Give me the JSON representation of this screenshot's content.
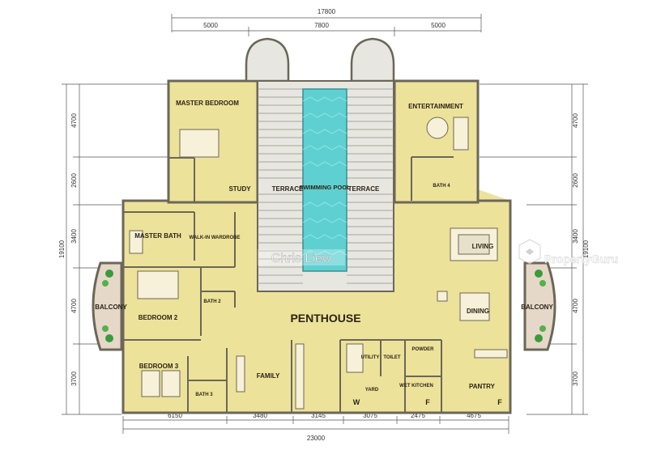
{
  "dimensions": {
    "top_total": "17800",
    "top_left": "5000",
    "top_mid": "7800",
    "top_right": "5000",
    "left_total": "19100",
    "right_total": "19100",
    "rows": [
      "4700",
      "2600",
      "3400",
      "4700",
      "3700"
    ],
    "bottom": [
      "6150",
      "3480",
      "3145",
      "3075",
      "2475",
      "4675"
    ],
    "bottom_total": "23000"
  },
  "rooms": {
    "master_bedroom": "MASTER BEDROOM",
    "study": "STUDY",
    "terrace_left": "TERRACE",
    "swimming_pool": "SWIMMING POOL",
    "terrace_right": "TERRACE",
    "entertainment": "ENTERTAINMENT",
    "bath4": "BATH 4",
    "master_bath": "MASTER BATH",
    "walkin": "WALK-IN WARDROBE",
    "living": "LIVING",
    "balcony_left": "BALCONY",
    "bedroom2": "BEDROOM 2",
    "bath2": "BATH 2",
    "penthouse": "PENTHOUSE",
    "dining": "DINING",
    "balcony_right": "BALCONY",
    "bedroom3": "BEDROOM 3",
    "bath3": "BATH 3",
    "family": "FAMILY",
    "utility": "UTILITY",
    "toilet": "TOILET",
    "powder": "POWDER",
    "yard": "YARD",
    "wet_kitchen": "WET KITCHEN",
    "pantry": "PANTRY",
    "w_mark": "W",
    "f_mark": "F",
    "f_mark2": "F"
  },
  "watermark": {
    "agent": "Chris Liew",
    "brand": "PropertyGuru"
  },
  "colors": {
    "floor": "#ede29a",
    "wall": "#6b6758",
    "pool": "#5fd0d2",
    "terrace": "#e7e6e0",
    "balcony": "#e6d8c9",
    "plant": "#3c9a3c"
  }
}
